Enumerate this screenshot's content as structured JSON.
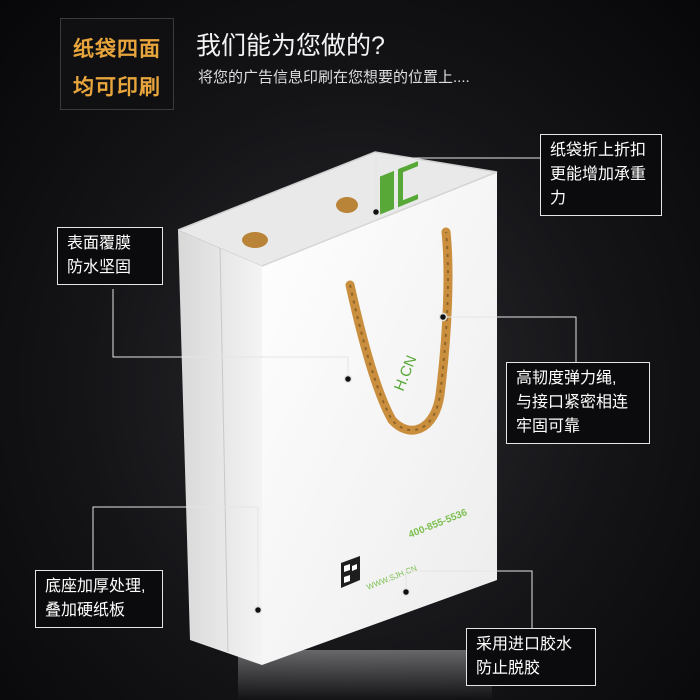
{
  "title_box": {
    "line1": "纸袋四面",
    "line2": "均可印刷"
  },
  "headline": "我们能为您做的?",
  "subline": "将您的广告信息印刷在您想要的位置上....",
  "callouts": {
    "fold": {
      "lines": [
        "纸袋折上折扣",
        "更能增加承重",
        "力"
      ]
    },
    "film": {
      "lines": [
        "表面覆膜",
        "防水坚固"
      ]
    },
    "rope": {
      "lines": [
        "高韧度弹力绳,",
        "与接口紧密相连",
        "牢固可靠"
      ]
    },
    "base": {
      "lines": [
        "底座加厚处理,",
        "叠加硬纸板"
      ]
    },
    "glue": {
      "lines": [
        "采用进口胶水",
        "防止脱胶"
      ]
    }
  },
  "bag_print": {
    "phone": "400-855-5536",
    "website": "WWW.SJH.CN",
    "logo_text": "H.CN"
  },
  "colors": {
    "accent": "#e7a53c",
    "rope": "#c98f3e",
    "logo_green": "#58a838"
  }
}
